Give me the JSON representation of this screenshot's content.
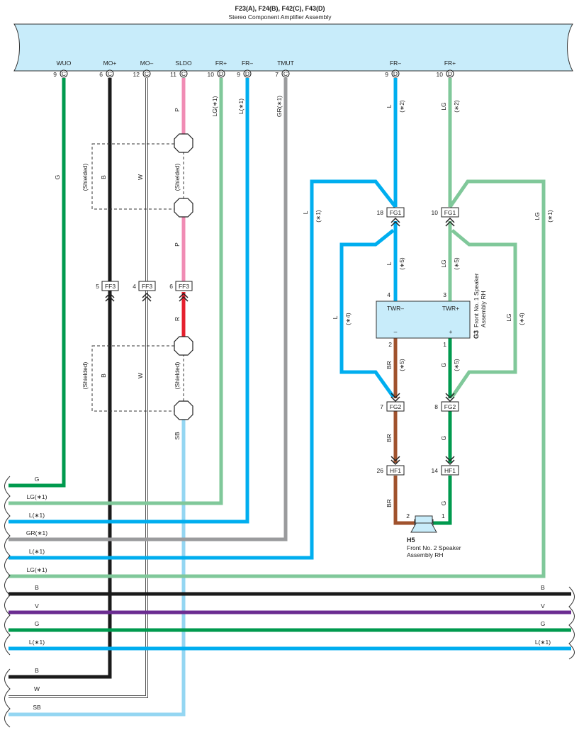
{
  "header": {
    "connectors": "F23(A), F24(B), F42(C), F43(D)",
    "assembly": "Stereo Component Amplifier Assembly"
  },
  "pins": [
    {
      "name": "WUO",
      "num": "9",
      "conn": "C"
    },
    {
      "name": "MO+",
      "num": "6",
      "conn": "C"
    },
    {
      "name": "MO–",
      "num": "12",
      "conn": "C"
    },
    {
      "name": "SLDO",
      "num": "11",
      "conn": "C"
    },
    {
      "name": "FR+",
      "num": "10",
      "conn": "D"
    },
    {
      "name": "FR–",
      "num": "9",
      "conn": "D"
    },
    {
      "name": "TMUT",
      "num": "7",
      "conn": "C"
    },
    {
      "name": "FR–",
      "num": "9",
      "conn": "D"
    },
    {
      "name": "FR+",
      "num": "10",
      "conn": "D"
    }
  ],
  "wire_labels": {
    "g_left": "G",
    "b_left": "B",
    "w_left": "W",
    "p_top": "P",
    "p_mid": "P",
    "r_mid": "R",
    "sb_left": "SB",
    "b_lower": "B",
    "w_lower": "W",
    "shielded": "(Shielded)",
    "lg1": "LG(∗1)",
    "l1": "L(∗1)",
    "gr1": "GR(∗1)",
    "l_fg": "L",
    "lg_fg": "LG",
    "note1": "(∗1)",
    "note2": "(∗2)",
    "note4": "(∗4)",
    "note5": "(∗5)",
    "br": "BR",
    "g": "G"
  },
  "connectors": {
    "ff3": "FF3",
    "fg1": "FG1",
    "fg2": "FG2",
    "hf1": "HF1",
    "ff3_5": "5",
    "ff3_4": "4",
    "ff3_6": "6",
    "fg1_18": "18",
    "fg1_10": "10",
    "fg2_7": "7",
    "fg2_8": "8",
    "hf1_26": "26",
    "hf1_14": "14"
  },
  "g3": {
    "id": "G3",
    "name_line1": "Front No. 1 Speaker",
    "name_line2": "Assembly RH",
    "twr_minus": "TWR–",
    "twr_plus": "TWR+",
    "minus": "–",
    "plus": "+",
    "pin4": "4",
    "pin3": "3",
    "pin2": "2",
    "pin1": "1"
  },
  "h5": {
    "id": "H5",
    "name_line1": "Front No. 2 Speaker",
    "name_line2": "Assembly RH",
    "pin2": "2",
    "pin1": "1"
  },
  "bus_labels": {
    "g": "G",
    "lg1": "LG(∗1)",
    "l1a": "L(∗1)",
    "gr1": "GR(∗1)",
    "l1b": "L(∗1)",
    "lg1b": "LG(∗1)",
    "b": "B",
    "v": "V",
    "g2": "G",
    "l1c": "L(∗1)",
    "b2": "B",
    "w": "W",
    "sb": "SB"
  },
  "colors": {
    "G": "#009a4e",
    "LG": "#80c89a",
    "L": "#00aeef",
    "SB": "#94d6f2",
    "B": "#1a1a1a",
    "W": "#ffffff",
    "P": "#f08cb4",
    "R": "#e5202e",
    "GR": "#9a9b9d",
    "BR": "#a0522d",
    "V": "#6b2c91",
    "assembly_fill": "#c8ecfa"
  }
}
